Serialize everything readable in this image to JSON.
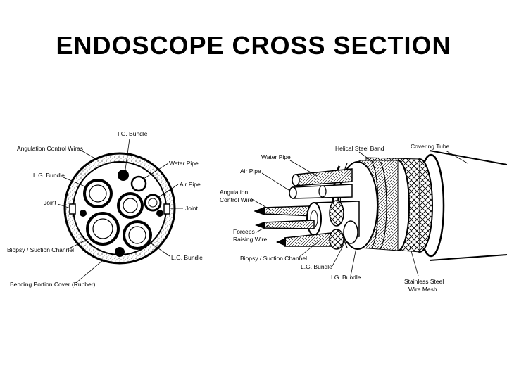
{
  "title": "ENDOSCOPE CROSS SECTION",
  "left_labels": {
    "ig_bundle": "I.G. Bundle",
    "angulation_control_wires": "Angulation Control Wires",
    "water_pipe": "Water Pipe",
    "lg_bundle_top": "L.G. Bundle",
    "air_pipe": "Air Pipe",
    "joint_left": "Joint",
    "joint_right": "Joint",
    "biopsy_suction_channel": "Biopsy / Suction Channel",
    "lg_bundle_bottom": "L.G. Bundle",
    "bending_portion_cover": "Bending Portion Cover (Rubber)"
  },
  "right_labels": {
    "water_pipe": "Water Pipe",
    "helical_steel_band": "Helical Steel Band",
    "covering_tube": "Covering Tube",
    "air_pipe": "Air Pipe",
    "angulation_control_wire_1": "Angulation",
    "angulation_control_wire_2": "Control Wire",
    "forceps_raising_wire_1": "Forceps",
    "forceps_raising_wire_2": "Raising Wire",
    "biopsy_suction_channel": "Biopsy / Suction Channel",
    "lg_bundle": "L.G. Bundle",
    "ig_bundle": "I.G. Bundle",
    "stainless_steel_wire_mesh_1": "Stainless Steel",
    "stainless_steel_wire_mesh_2": "Wire Mesh"
  }
}
